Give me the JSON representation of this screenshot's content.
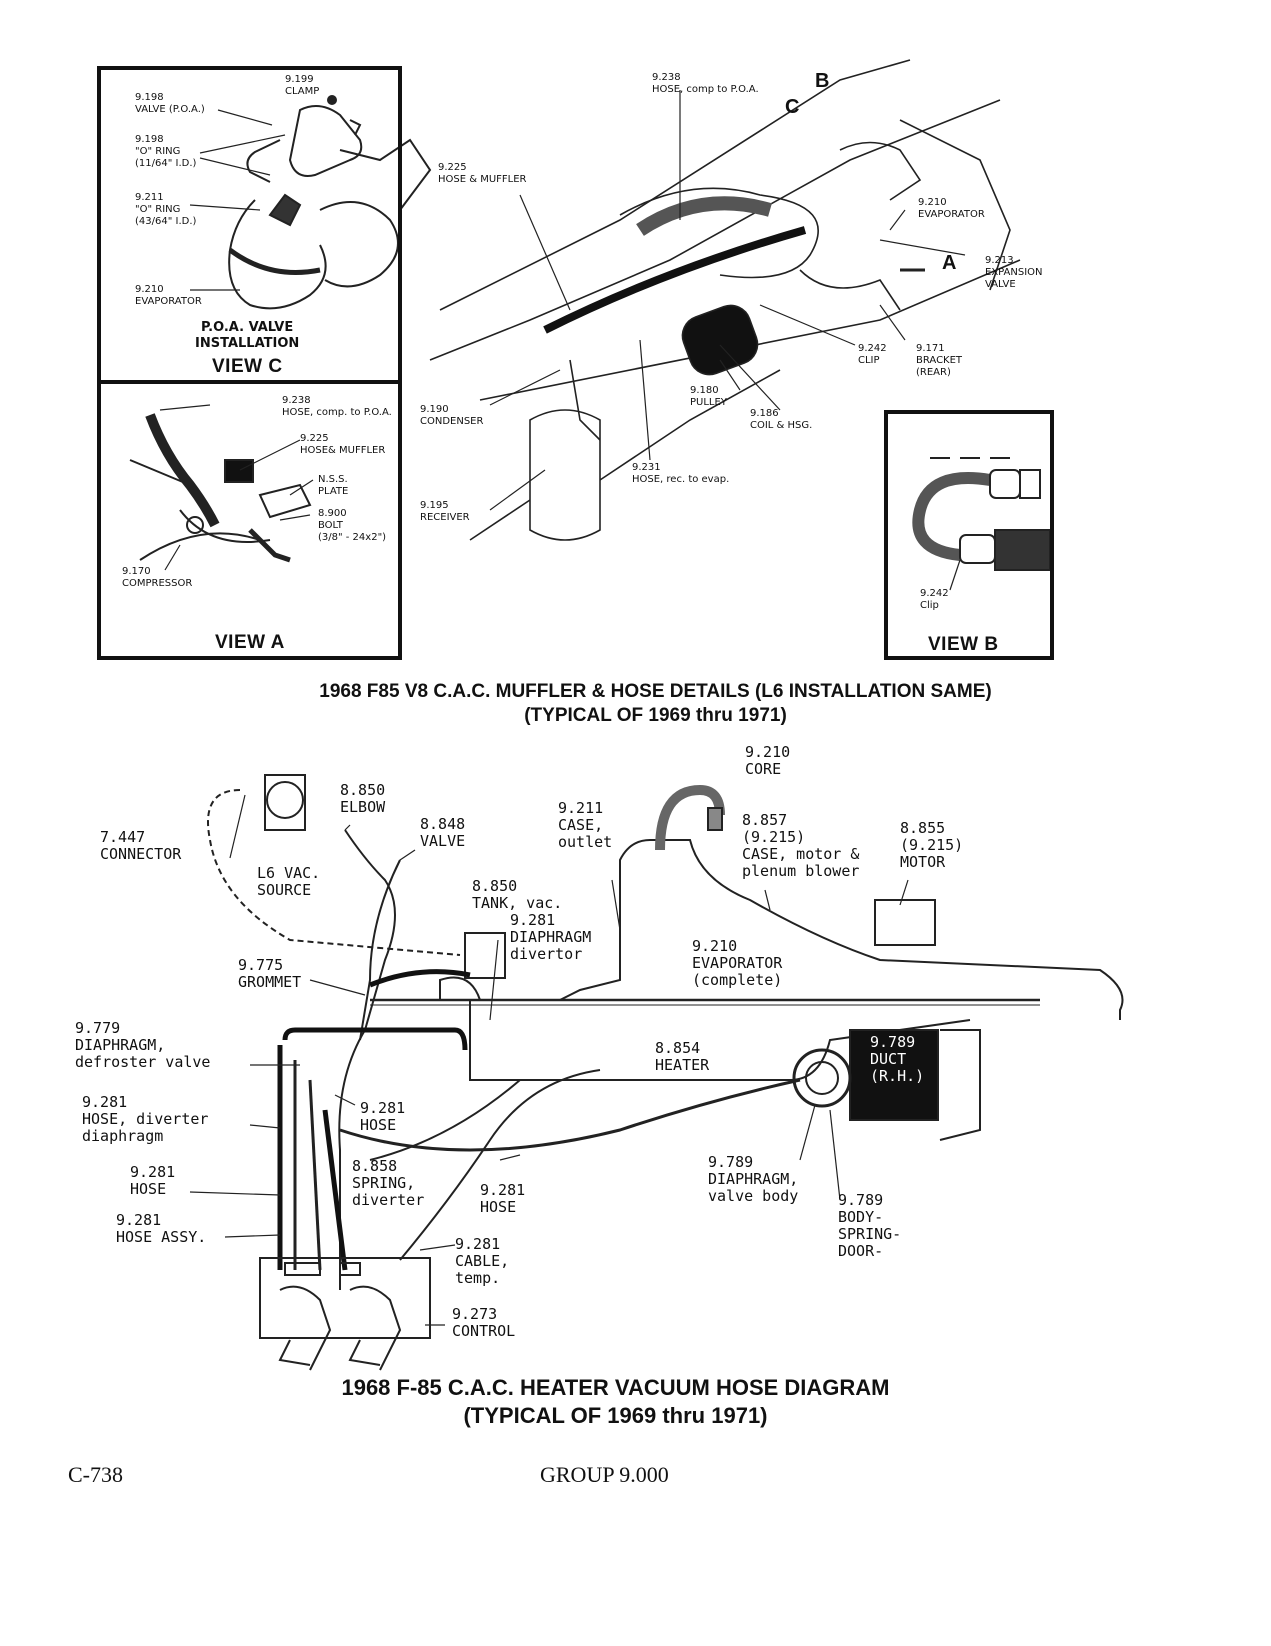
{
  "view_c": {
    "labels": {
      "clamp": "9.199\nCLAMP",
      "valve_poa": "9.198\nVALVE (P.O.A.)",
      "o_ring_small": "9.198\n\"O\" RING\n(11/64\" I.D.)",
      "o_ring_large": "9.211\n\"O\" RING\n(43/64\" I.D.)",
      "evaporator": "9.210\nEVAPORATOR"
    },
    "caption": "P.O.A. VALVE\nINSTALLATION",
    "title": "VIEW C"
  },
  "view_a": {
    "labels": {
      "hose_comp_poa": "9.238\nHOSE, comp. to P.O.A.",
      "hose_muffler": "9.225\nHOSE& MUFFLER",
      "nss_plate": "N.S.S.\nPLATE",
      "bolt": "8.900\nBOLT\n(3/8\" - 24x2\")",
      "compressor": "9.170\nCOMPRESSOR"
    },
    "title": "VIEW A"
  },
  "main_view": {
    "labels": {
      "hose_comp_poa": "9.238\nHOSE, comp to P.O.A.",
      "arrow_b": "B",
      "arrow_c": "C",
      "arrow_a": "A",
      "hose_muffler": "9.225\nHOSE & MUFFLER",
      "evaporator": "9.210\nEVAPORATOR",
      "expansion_valve": "9.213\nEXPANSION\nVALVE",
      "clip": "9.242\nCLIP",
      "bracket": "9.171\nBRACKET\n(REAR)",
      "pulley": "9.180\nPULLEY",
      "coil": "9.186\nCOIL & HSG.",
      "condenser": "9.190\nCONDENSER",
      "hose_rec_evap": "9.231\nHOSE, rec. to evap.",
      "receiver": "9.195\nRECEIVER"
    }
  },
  "view_b": {
    "labels": {
      "clip": "9.242\nClip"
    },
    "title": "VIEW B"
  },
  "caption_1": {
    "line1": "1968 F85 V8 C.A.C. MUFFLER & HOSE DETAILS (L6 INSTALLATION SAME)",
    "line2": "(TYPICAL OF 1969 thru 1971)"
  },
  "heater_diagram": {
    "labels": {
      "core": "9.210\nCORE",
      "elbow": "8.850\nELBOW",
      "valve": "8.848\nVALVE",
      "case_outlet": "9.211\nCASE,\noutlet",
      "case_motor": "8.857\n(9.215)\nCASE, motor &\nplenum blower",
      "motor": "8.855\n(9.215)\nMOTOR",
      "connector": "7.447\nCONNECTOR",
      "l6_vac": "L6 VAC.\nSOURCE",
      "tank": "8.850\nTANK, vac.",
      "diaphragm_divertor": "9.281\nDIAPHRAGM\ndivertor",
      "evaporator": "9.210\nEVAPORATOR\n(complete)",
      "grommet": "9.775\nGROMMET",
      "duct": "9.789\nDUCT\n(R.H.)",
      "defroster": "9.779\nDIAPHRAGM,\ndefroster valve",
      "heater": "8.854\nHEATER",
      "hose_diverter": "9.281\nHOSE, diverter\ndiaphragm",
      "hose_1": "9.281\nHOSE",
      "spring": "8.858\nSPRING,\ndiverter",
      "hose_2": "9.281\nHOSE",
      "hose_3": "9.281\nHOSE",
      "diaphragm_valve_body": "9.789\nDIAPHRAGM,\nvalve body",
      "body_spring_door": "9.789\nBODY-\nSPRING-\nDOOR-",
      "hose_assy": "9.281\nHOSE ASSY.",
      "cable_temp": "9.281\nCABLE,\ntemp.",
      "control": "9.273\nCONTROL"
    }
  },
  "caption_2": {
    "line1": "1968 F-85 C.A.C. HEATER VACUUM HOSE DIAGRAM",
    "line2": "(TYPICAL OF 1969 thru 1971)"
  },
  "footer": {
    "page": "C-738",
    "group": "GROUP 9.000"
  }
}
